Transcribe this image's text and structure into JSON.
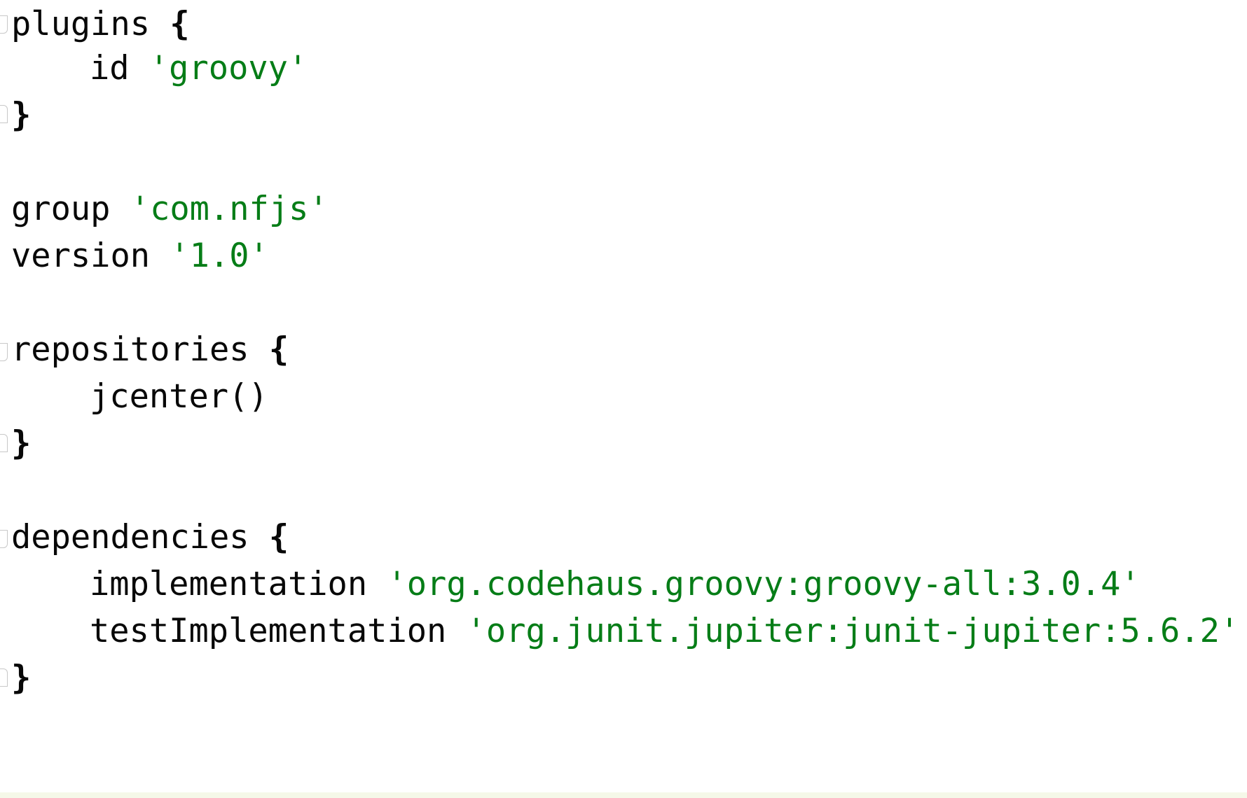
{
  "editor": {
    "lines": [
      {
        "keyword": "plugins",
        "brace": "{"
      },
      {
        "keyword": "id",
        "string": "'groovy'"
      },
      {
        "brace": "}"
      },
      {
        "keyword": "group",
        "string": "'com.nfjs'"
      },
      {
        "keyword": "version",
        "string": "'1.0'"
      },
      {
        "keyword": "repositories",
        "brace": "{"
      },
      {
        "keyword": "jcenter()"
      },
      {
        "brace": "}"
      },
      {
        "keyword": "dependencies",
        "brace": "{"
      },
      {
        "keyword": "implementation",
        "string": "'org.codehaus.groovy:groovy-all:3.0.4'"
      },
      {
        "keyword": "testImplementation",
        "string": "'org.junit.jupiter:junit-jupiter:5.6.2'"
      },
      {
        "brace": "}"
      }
    ]
  },
  "colors": {
    "string": "#067d17",
    "text": "#080808",
    "fold_marker": "#c8c8c8"
  },
  "icons": {
    "fold_open": "fold-open-icon",
    "fold_close": "fold-close-icon"
  }
}
